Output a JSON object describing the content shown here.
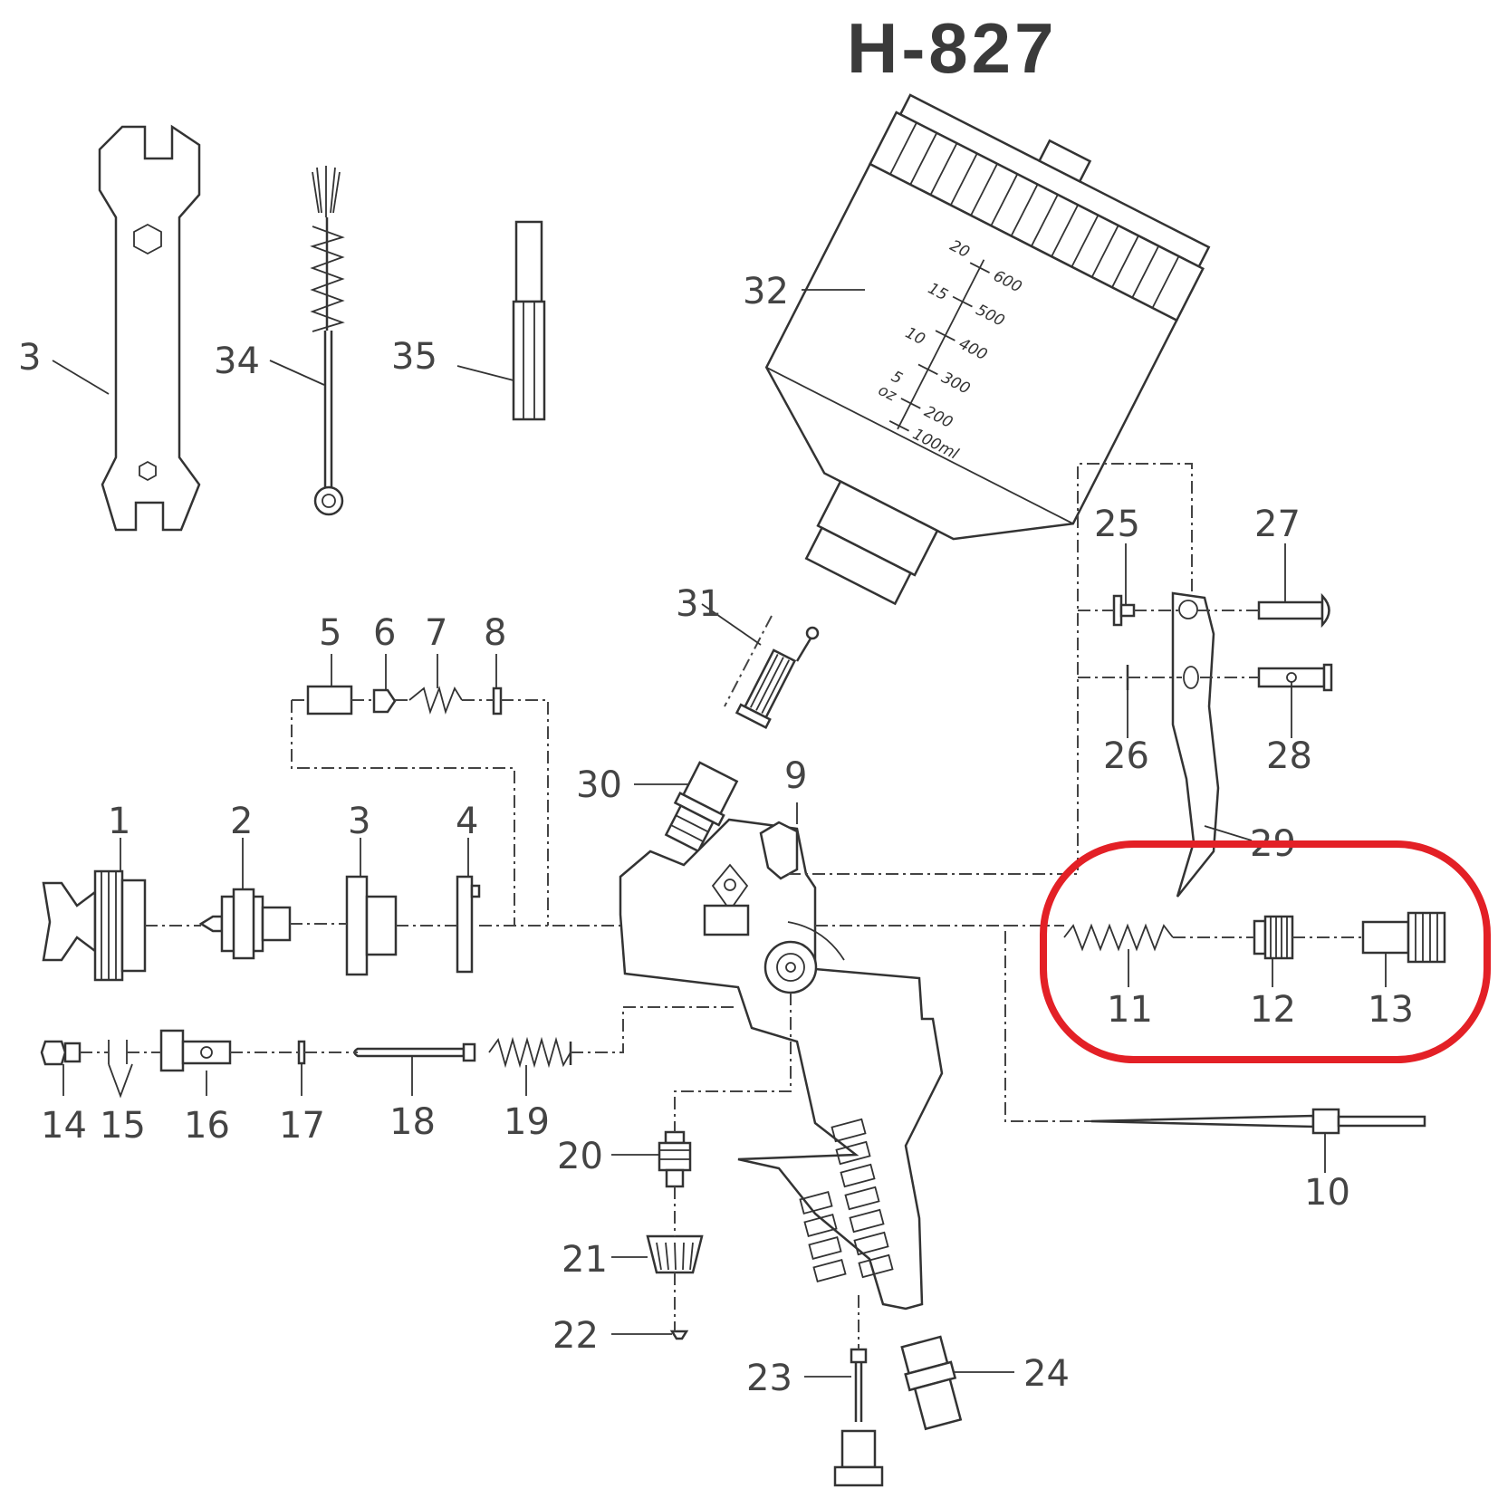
{
  "title": "H-827",
  "highlight_color": "#e32026",
  "line_color": "#333333",
  "cup_scale": {
    "oz": [
      "20",
      "15",
      "10",
      "5"
    ],
    "oz_unit": "oz",
    "ml": [
      "600",
      "500",
      "400",
      "300",
      "200",
      "100ml"
    ]
  },
  "callouts": [
    "1",
    "2",
    "3",
    "4",
    "5",
    "6",
    "7",
    "8",
    "9",
    "10",
    "11",
    "12",
    "13",
    "14",
    "15",
    "16",
    "17",
    "18",
    "19",
    "20",
    "21",
    "22",
    "23",
    "24",
    "25",
    "26",
    "27",
    "28",
    "29",
    "30",
    "31",
    "32",
    "3",
    "34",
    "35"
  ],
  "highlighted_parts": [
    "11",
    "12",
    "13"
  ]
}
